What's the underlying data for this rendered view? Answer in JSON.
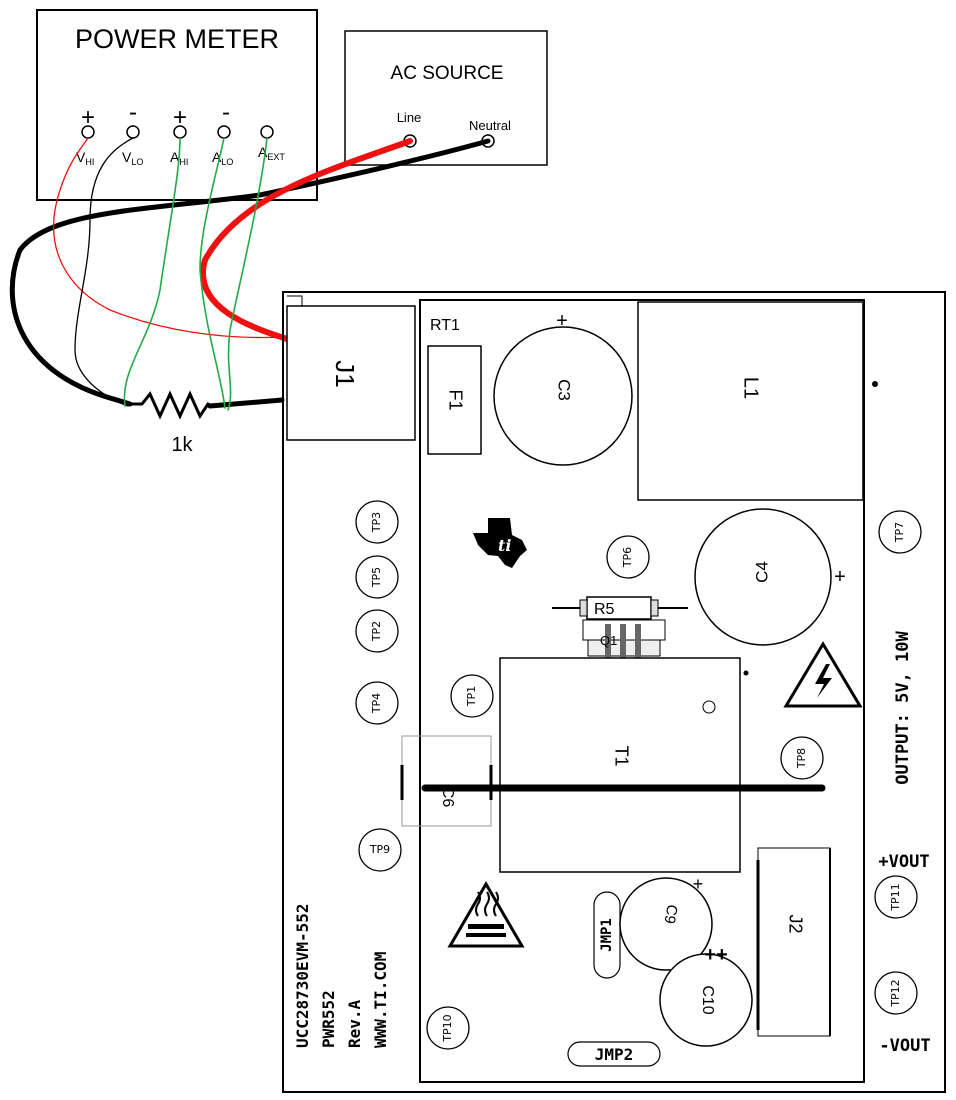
{
  "power_meter": {
    "title": "POWER METER",
    "terminals": [
      {
        "sign": "+",
        "base": "V",
        "sub": "HI"
      },
      {
        "sign": "-",
        "base": "V",
        "sub": "LO"
      },
      {
        "sign": "+",
        "base": "A",
        "sub": "HI"
      },
      {
        "sign": "-",
        "base": "A",
        "sub": "LO"
      },
      {
        "sign": "",
        "base": "A",
        "sub": "EXT"
      }
    ]
  },
  "ac_source": {
    "title": "AC SOURCE",
    "line_label": "Line",
    "neutral_label": "Neutral"
  },
  "resistor_label": "1k",
  "board": {
    "j1": "J1",
    "rt1": "RT1",
    "f1": "F1",
    "c3": "C3",
    "c3_plus": "+",
    "l1": "L1",
    "c4": "C4",
    "c4_plus": "+",
    "r5": "R5",
    "q1": "Q1",
    "t1": "T1",
    "c6": "C6",
    "c9": "C9",
    "c9_plus": "+",
    "c10": "C10",
    "c10_plus": "++",
    "j2": "J2",
    "jmp1": "JMP1",
    "jmp2": "JMP2",
    "output_label": "OUTPUT: 5V, 10W",
    "vout_pos": "+VOUT",
    "vout_neg": "-VOUT",
    "board_text": [
      "UCC28730EVM-552",
      "PWR552",
      "Rev.A",
      "WWW.TI.COM"
    ],
    "test_points": [
      "TP3",
      "TP5",
      "TP2",
      "TP4",
      "TP1",
      "TP6",
      "TP7",
      "TP8",
      "TP9",
      "TP10",
      "TP11",
      "TP12"
    ]
  },
  "colors": {
    "line_wire": "#ee1111",
    "neutral_wire": "#000000",
    "current_wire": "#22aa44",
    "voltage_hi_wire": "#ee1111",
    "voltage_lo_wire": "#000000"
  },
  "icons": [
    "ti-logo-icon",
    "high-voltage-warning-icon",
    "hot-surface-warning-icon"
  ]
}
